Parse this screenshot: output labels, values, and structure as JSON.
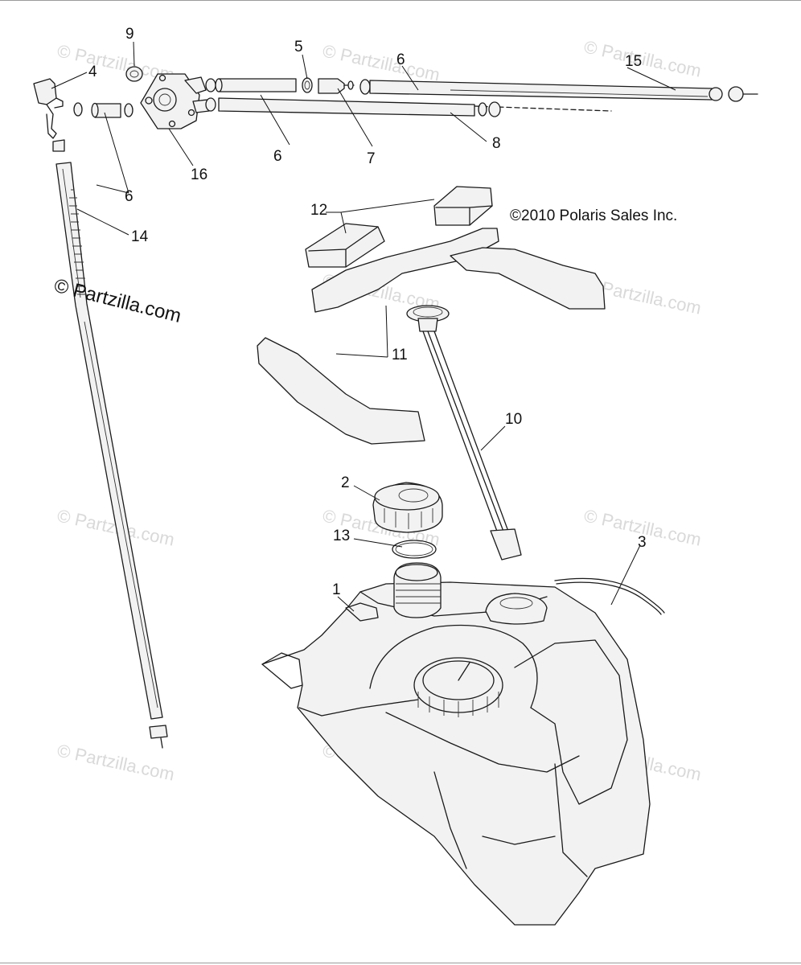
{
  "diagram": {
    "copyright": "©2010 Polaris Sales Inc.",
    "watermark_main": "© Partzilla.com",
    "watermark_faded": "© Partzilla.com",
    "callouts": {
      "c1": "1",
      "c2": "2",
      "c3": "3",
      "c4": "4",
      "c5": "5",
      "c6a": "6",
      "c6b": "6",
      "c6c": "6",
      "c7": "7",
      "c8": "8",
      "c9": "9",
      "c10": "10",
      "c11": "11",
      "c12": "12",
      "c13": "13",
      "c14": "14",
      "c15": "15",
      "c16": "16"
    }
  }
}
